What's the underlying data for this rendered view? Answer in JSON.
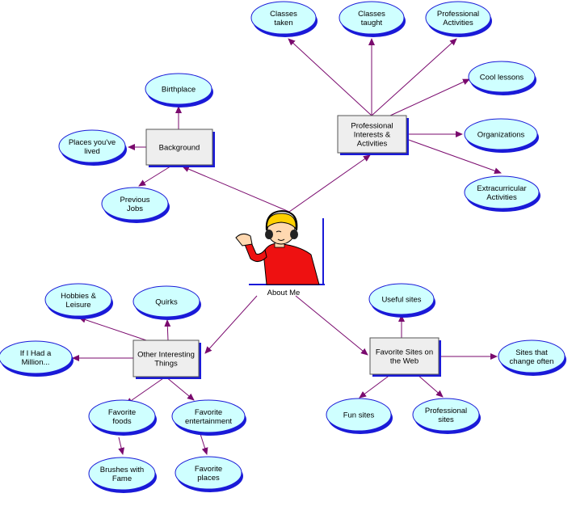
{
  "center": {
    "label": "About Me"
  },
  "boxes": {
    "background": [
      "Background"
    ],
    "professional": [
      "Professional",
      "Interests &",
      "Activities"
    ],
    "other": [
      "Other Interesting",
      "Things"
    ],
    "favorite_sites": [
      "Favorite Sites on",
      "the Web"
    ]
  },
  "ovals": {
    "birthplace": [
      "Birthplace"
    ],
    "places_lived": [
      "Places you've",
      "lived"
    ],
    "previous_jobs": [
      "Previous",
      "Jobs"
    ],
    "classes_taken": [
      "Classes",
      "taken"
    ],
    "classes_taught": [
      "Classes",
      "taught"
    ],
    "professional_activities": [
      "Professional",
      "Activities"
    ],
    "cool_lessons": [
      "Cool lessons"
    ],
    "organizations": [
      "Organizations"
    ],
    "extracurricular": [
      "Extracurricular",
      "Activities"
    ],
    "hobbies": [
      "Hobbies &",
      "Leisure"
    ],
    "quirks": [
      "Quirks"
    ],
    "million": [
      "If I Had a",
      "Million..."
    ],
    "favorite_foods": [
      "Favorite",
      "foods"
    ],
    "favorite_entertainment": [
      "Favorite",
      "entertainment"
    ],
    "brushes_fame": [
      "Brushes with",
      "Fame"
    ],
    "favorite_places": [
      "Favorite",
      "places"
    ],
    "useful_sites": [
      "Useful sites"
    ],
    "sites_change": [
      "Sites that",
      "change often"
    ],
    "fun_sites": [
      "Fun sites"
    ],
    "professional_sites": [
      "Professional",
      "sites"
    ]
  },
  "colors": {
    "oval_fill": "#cfffff",
    "oval_shadow": "#1a1ad8",
    "box_fill": "#eeeeee",
    "box_shadow": "#1a1ad8",
    "connector": "#7a0a6e"
  }
}
